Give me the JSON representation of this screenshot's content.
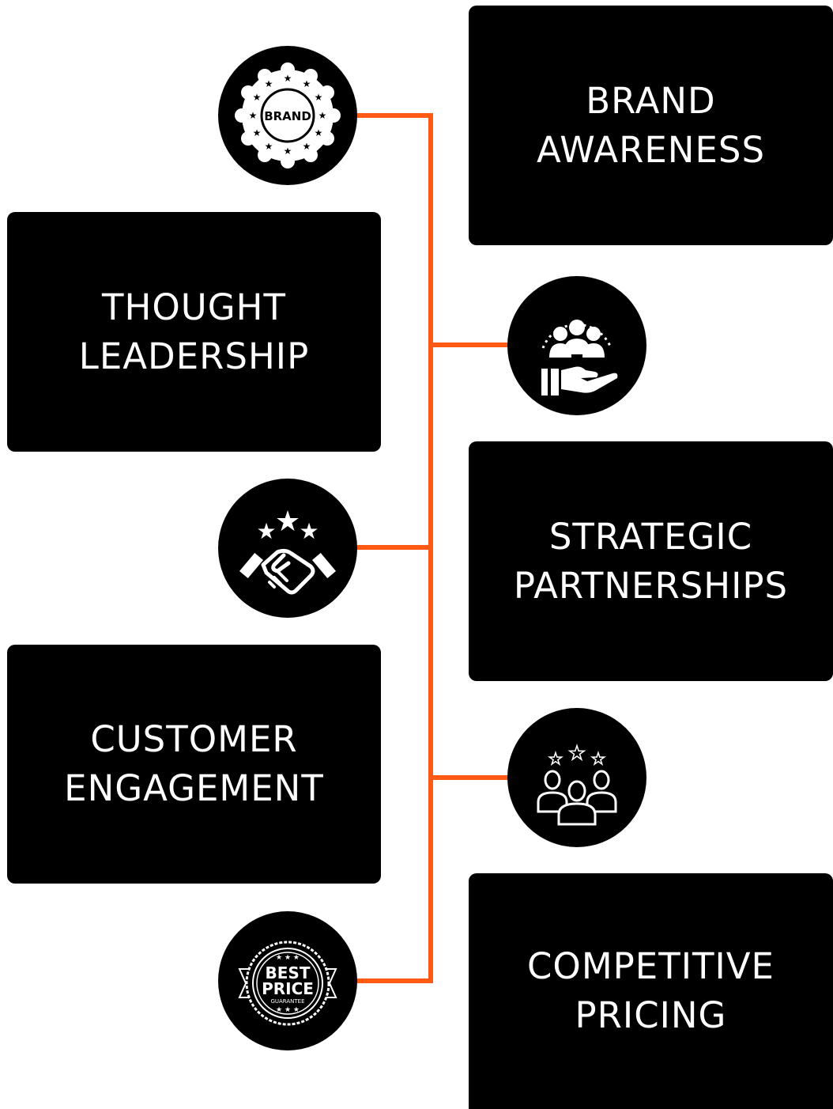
{
  "colors": {
    "connector": "#FF5A14",
    "box": "#000000",
    "text": "#FFFFFF"
  },
  "diagram": {
    "items": [
      {
        "label": "BRAND\nAWARENESS",
        "icon": "brand-badge-icon",
        "badge_text": "BRAND"
      },
      {
        "label": "THOUGHT\nLEADERSHIP",
        "icon": "hand-holding-people-icon"
      },
      {
        "label": "STRATEGIC\nPARTNERSHIPS",
        "icon": "handshake-stars-icon"
      },
      {
        "label": "CUSTOMER\nENGAGEMENT",
        "icon": "people-rating-stars-icon"
      },
      {
        "label": "COMPETITIVE\nPRICING",
        "icon": "best-price-seal-icon",
        "badge_line1": "BEST",
        "badge_line2": "PRICE",
        "badge_line3": "GUARANTEE"
      }
    ]
  }
}
